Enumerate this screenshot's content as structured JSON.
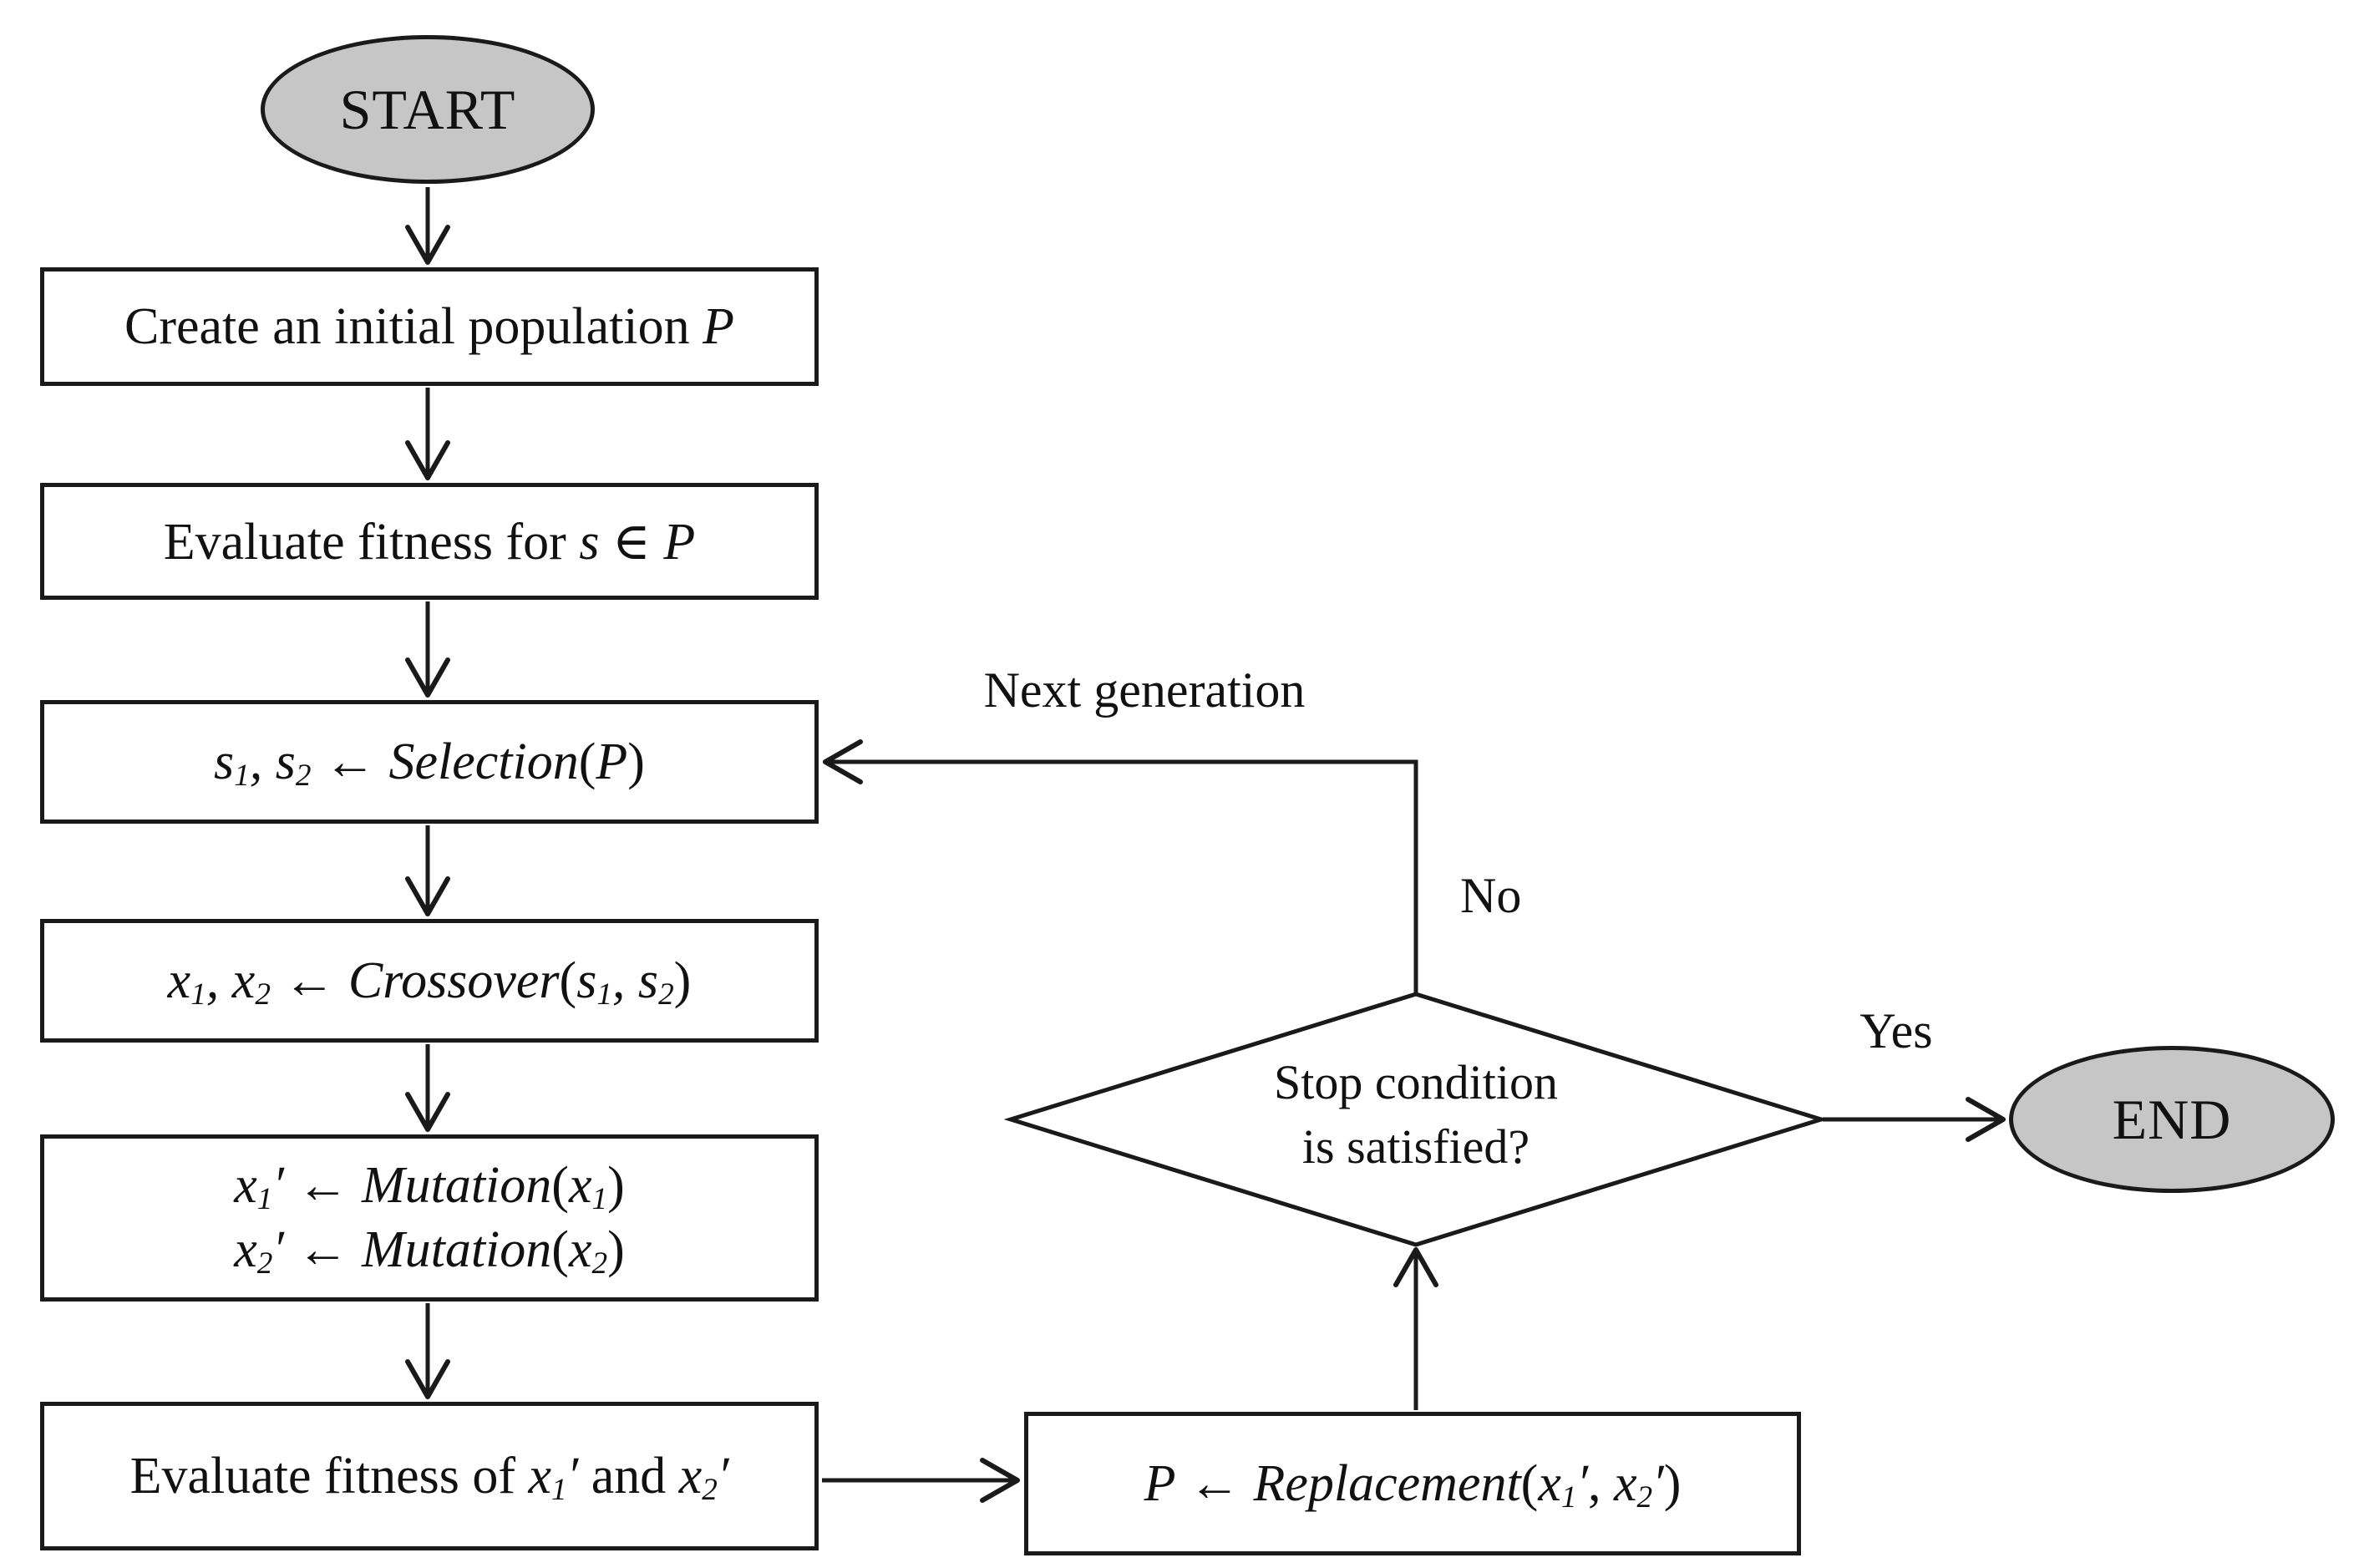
{
  "colors": {
    "terminal_fill": "#c6c6c6",
    "box_fill": "#ffffff",
    "stroke": "#1a1a1a"
  },
  "nodes": {
    "start": {
      "label": "START"
    },
    "create": {
      "seg": [
        "Create an initial population ",
        "P"
      ]
    },
    "fitness1": {
      "seg": [
        "Evaluate fitness for ",
        "s",
        " ∈ ",
        "P"
      ]
    },
    "selection": {
      "seg": [
        "s",
        "1",
        ", ",
        "s",
        "2",
        " ← ",
        "Selection",
        "(",
        "P",
        ")"
      ]
    },
    "crossover": {
      "seg": [
        "x",
        "1",
        ", ",
        "x",
        "2",
        " ← ",
        "Crossover",
        "(",
        "s",
        "1",
        ", ",
        "s",
        "2",
        ")"
      ]
    },
    "mutation": {
      "line1": [
        "x",
        "1",
        "′",
        " ← ",
        "Mutation",
        "(",
        "x",
        "1",
        ")"
      ],
      "line2": [
        "x",
        "2",
        "′",
        " ← ",
        "Mutation",
        "(",
        "x",
        "2",
        ")"
      ]
    },
    "fitness2": {
      "seg": [
        "Evaluate fitness of ",
        "x",
        "1",
        "′",
        " and ",
        "x",
        "2",
        "′"
      ]
    },
    "replacement": {
      "seg": [
        "P",
        " ← ",
        "Replacement",
        "(",
        "x",
        "1",
        "′",
        ", ",
        "x",
        "2",
        "′",
        ")"
      ]
    },
    "decision": {
      "line1": "Stop condition",
      "line2": "is satisfied?"
    },
    "end": {
      "label": "END"
    }
  },
  "labels": {
    "next_generation": "Next generation",
    "no": "No",
    "yes": "Yes"
  }
}
